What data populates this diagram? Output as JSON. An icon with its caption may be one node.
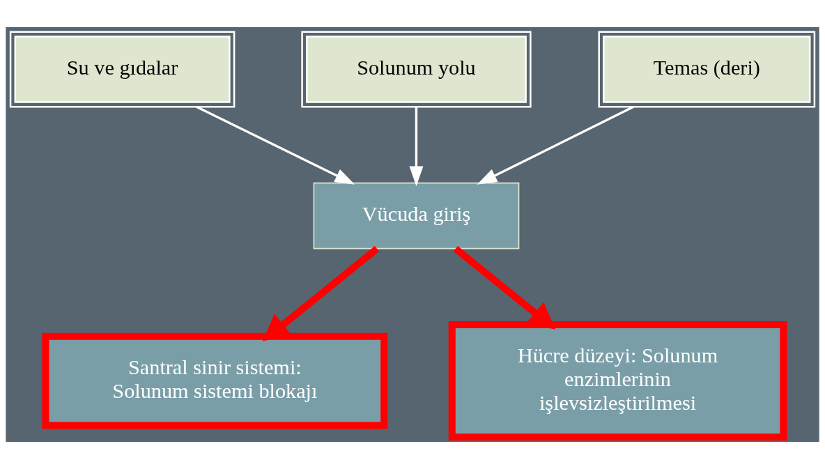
{
  "diagram": {
    "nodes": [
      {
        "text": [
          "Su ve gıdalar"
        ]
      },
      {
        "text": [
          "Solunum yolu"
        ]
      },
      {
        "text": [
          "Temas (deri)"
        ]
      },
      {
        "text": [
          "Vücuda giriş"
        ]
      },
      {
        "text": [
          "Santral sinir sistemi: Solunum sistemi blokajı"
        ]
      },
      {
        "text": [
          "Hücre düzeyi: Solunum enzimlerinin işlevsizleştirilmesi"
        ]
      }
    ],
    "edges": [
      {
        "from": 0,
        "to": 3,
        "arrow": "to"
      },
      {
        "from": 1,
        "to": 3,
        "arrow": "to"
      },
      {
        "from": 2,
        "to": 3,
        "arrow": "to"
      },
      {
        "from": 3,
        "to": 4,
        "arrow": "to",
        "style": "thick",
        "color": "#ff0000"
      },
      {
        "from": 3,
        "to": 5,
        "arrow": "to",
        "style": "thick",
        "color": "#ff0000"
      }
    ]
  }
}
